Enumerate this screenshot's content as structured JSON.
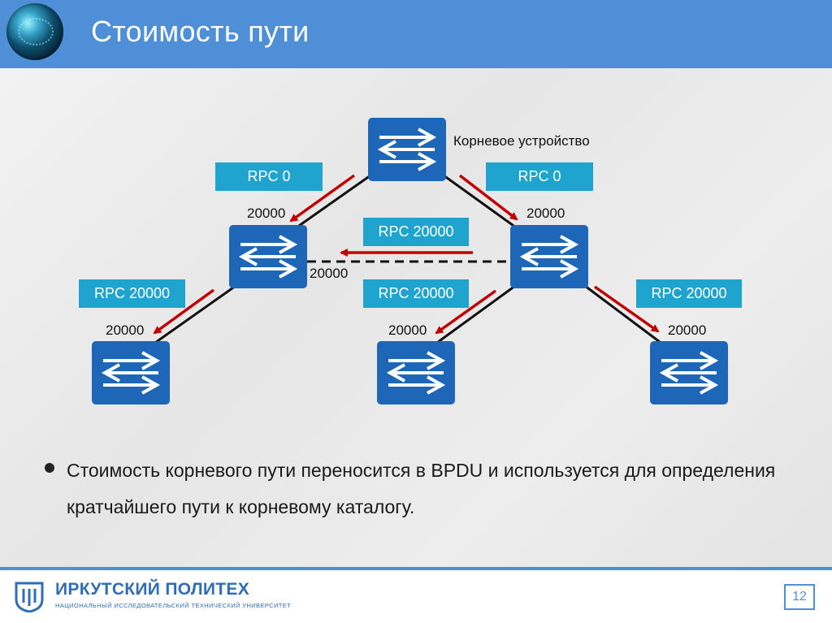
{
  "header": {
    "title": "Стоимость пути"
  },
  "diagram": {
    "root_label": "Корневое устройство",
    "rpc_labels": {
      "top_left": "RPC 0",
      "top_right": "RPC 0",
      "middle_link": "RPC 20000",
      "left_down": "RPC 20000",
      "center_down": "RPC 20000",
      "right_down": "RPC 20000"
    },
    "costs": {
      "root_to_left": "20000",
      "root_to_right": "20000",
      "between_middle": "20000",
      "left_to_bottom_left": "20000",
      "right_to_bottom_center": "20000",
      "right_to_bottom_right": "20000"
    }
  },
  "bullet": {
    "text": "Стоимость корневого пути переносится в BPDU и используется для определения кратчайшего пути к корневому каталогу."
  },
  "footer": {
    "logo_main": "ИРКУТСКИЙ ПОЛИТЕХ",
    "logo_sub": "НАЦИОНАЛЬНЫЙ ИССЛЕДОВАТЕЛЬСКИЙ ТЕХНИЧЕСКИЙ УНИВЕРСИТЕТ",
    "page_number": "12"
  },
  "colors": {
    "accent": "#4f8fd8",
    "switch": "#1e66b8",
    "label_bg": "#1fa3cf",
    "arrow": "#c00000"
  }
}
